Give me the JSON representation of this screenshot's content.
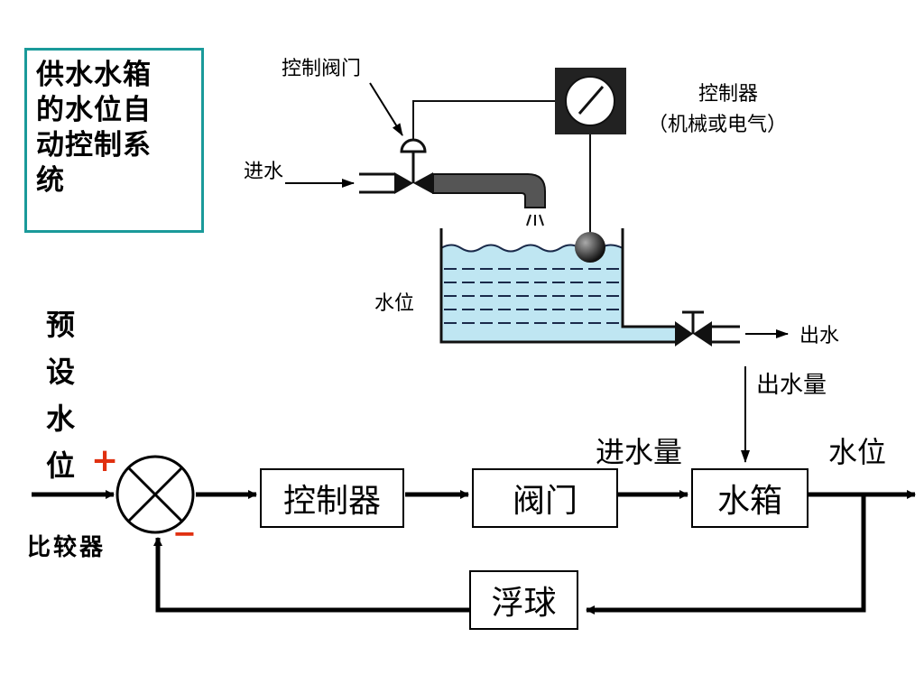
{
  "title": [
    "供水水箱",
    "的水位自",
    "动控制系",
    "统"
  ],
  "illustration": {
    "control_valve_label": "控制阀门",
    "controller_label": "控制器",
    "controller_sub": "（机械或电气）",
    "inlet_label": "进水",
    "water_level_label": "水位",
    "outlet_label": "出水"
  },
  "block_diagram": {
    "setpoint_label": [
      "预",
      "设",
      "水",
      "位"
    ],
    "plus_sign": "+",
    "minus_sign": "−",
    "comparator_label": "比较器",
    "blocks": {
      "controller": "控制器",
      "valve": "阀门",
      "tank": "水箱",
      "float": "浮球"
    },
    "signals": {
      "inflow": "进水量",
      "outflow": "出水量",
      "water_level": "水位"
    }
  },
  "colors": {
    "frame": "#1a9a9a",
    "water": "#bfe6f2",
    "sign": "#e03010"
  }
}
